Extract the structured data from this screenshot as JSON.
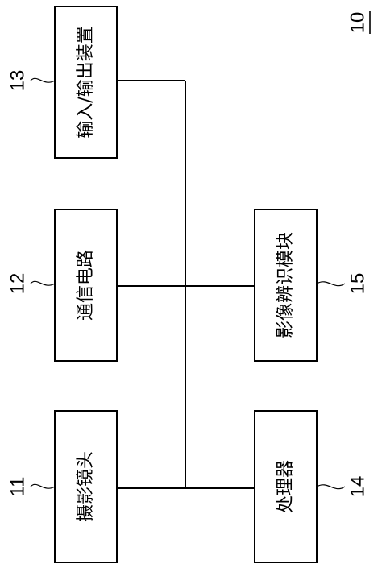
{
  "figure": {
    "system_ref": "10",
    "blocks": {
      "io_device": {
        "label": "输入/输出装置",
        "ref": "13"
      },
      "comm_circuit": {
        "label": "通信电路",
        "ref": "12"
      },
      "camera_lens": {
        "label": "摄影镜头",
        "ref": "11"
      },
      "image_recognition": {
        "label": "影像辨识模块",
        "ref": "15"
      },
      "processor": {
        "label": "处理器",
        "ref": "14"
      }
    }
  }
}
